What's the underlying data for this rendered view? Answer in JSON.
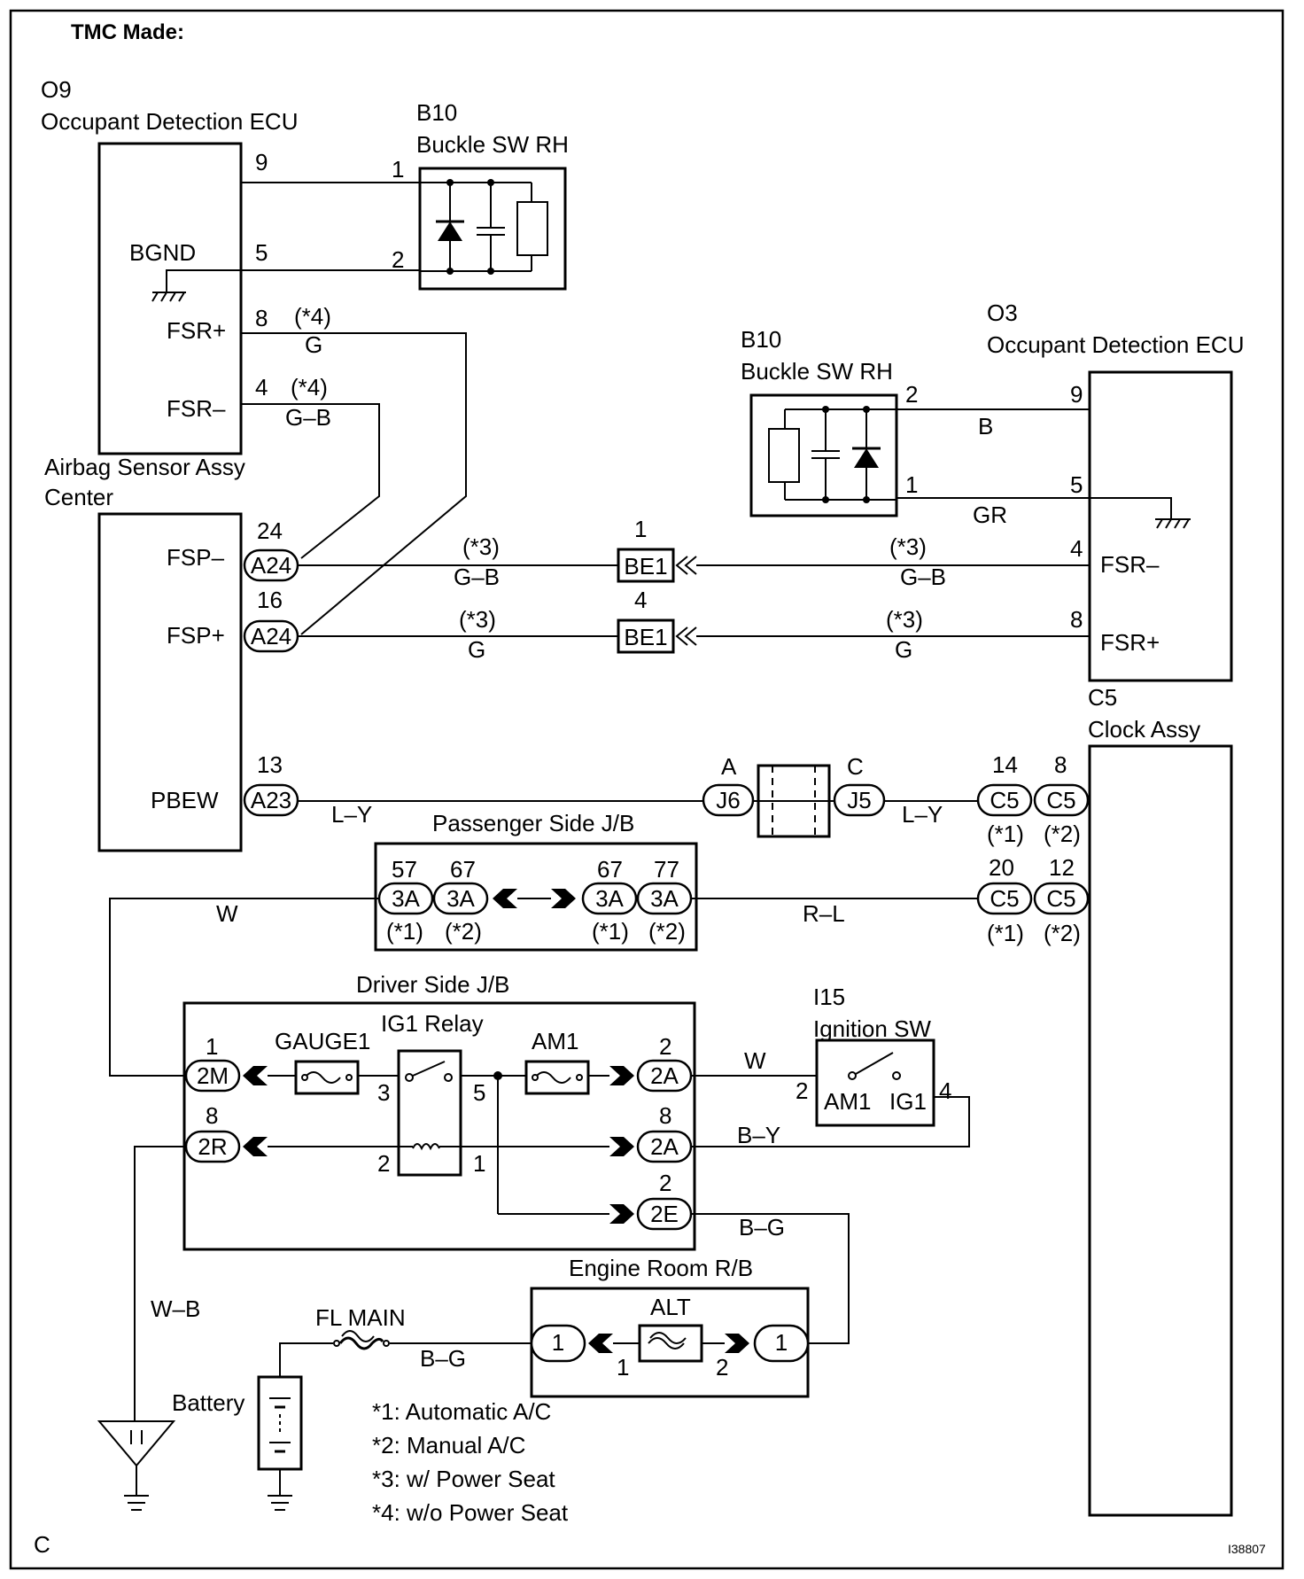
{
  "header": {
    "title": "TMC Made:"
  },
  "footer": {
    "left": "C",
    "right": "I38807"
  },
  "o9": {
    "code": "O9",
    "name": "Occupant Detection ECU",
    "bgnd": "BGND",
    "fsr_plus": "FSR+",
    "fsr_minus": "FSR–",
    "pin9": "9",
    "pin5": "5",
    "pin8": "8",
    "pin4": "4"
  },
  "b10_top": {
    "code": "B10",
    "name": "Buckle SW RH",
    "pin1": "1",
    "pin2": "2"
  },
  "b10_right": {
    "code": "B10",
    "name": "Buckle SW RH",
    "pin2": "2",
    "pin1": "1"
  },
  "o3": {
    "code": "O3",
    "name": "Occupant Detection ECU",
    "fsr_minus": "FSR–",
    "fsr_plus": "FSR+",
    "pin9": "9",
    "pin5": "5",
    "pin4": "4",
    "pin8": "8"
  },
  "airbag": {
    "name_line1": "Airbag Sensor Assy",
    "name_line2": "Center",
    "fsp_minus": "FSP–",
    "fsp_plus": "FSP+",
    "pbew": "PBEW",
    "pin24": "24",
    "pin16": "16",
    "pin13": "13",
    "conn_a24": "A24",
    "conn_a23": "A23"
  },
  "clock": {
    "code": "C5",
    "name": "Clock Assy",
    "pin14": "14",
    "pin8": "8",
    "pin20": "20",
    "pin12": "12",
    "conn": "C5"
  },
  "be1": {
    "label": "BE1",
    "pin1": "1",
    "pin4": "4"
  },
  "jc": {
    "a": "A",
    "c": "C",
    "j6": "J6",
    "j5": "J5"
  },
  "passenger_jb": {
    "title": "Passenger Side J/B",
    "pin57": "57",
    "pin67": "67",
    "pin77": "77",
    "conn": "3A"
  },
  "driver_jb": {
    "title": "Driver Side J/B",
    "gauge": "GAUGE1",
    "relay": "IG1 Relay",
    "am1": "AM1",
    "c2m": "2M",
    "c2r": "2R",
    "c2a": "2A",
    "c2e": "2E",
    "p1": "1",
    "p8": "8",
    "p3": "3",
    "p5": "5",
    "p2": "2",
    "p1b": "1",
    "p2a": "2",
    "p8a": "8",
    "p2e": "2"
  },
  "ignition": {
    "code": "I15",
    "name": "Ignition SW",
    "am1": "AM1",
    "ig1": "IG1",
    "pin2": "2",
    "pin4": "4"
  },
  "engine_rb": {
    "title": "Engine Room R/B",
    "alt": "ALT",
    "conn": "1",
    "pin1": "1",
    "pin2": "2"
  },
  "fl_main": "FL MAIN",
  "battery": "Battery",
  "wires": {
    "g": "G",
    "gb": "G–B",
    "b": "B",
    "gr": "GR",
    "ly": "L–Y",
    "w": "W",
    "rl": "R–L",
    "by": "B–Y",
    "bg": "B–G",
    "wb": "W–B"
  },
  "marks": {
    "s1": "(*1)",
    "s2": "(*2)",
    "s3": "(*3)",
    "s4": "(*4)"
  },
  "notes": [
    "*1: Automatic A/C",
    "*2: Manual A/C",
    "*3: w/ Power Seat",
    "*4: w/o Power Seat"
  ]
}
